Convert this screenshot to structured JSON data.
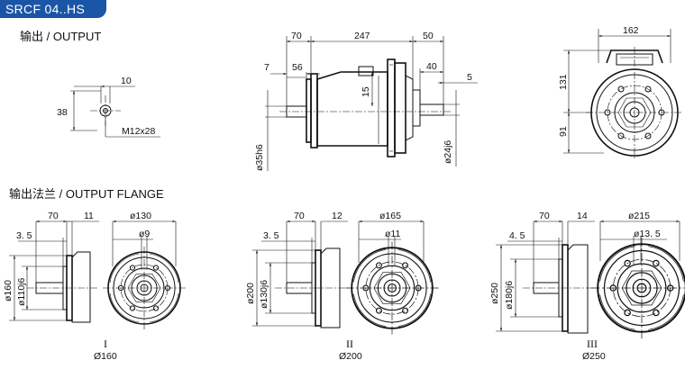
{
  "header": {
    "badge": "SRCF 04..HS"
  },
  "sections": {
    "output_title": "输出 / OUTPUT",
    "output_flange_title": "输出法兰 / OUTPUT  FLANGE"
  },
  "shaft_detail": {
    "dim_10": "10",
    "dim_38": "38",
    "thread": "M12x28"
  },
  "side_view": {
    "dim_70": "70",
    "dim_247": "247",
    "dim_50": "50",
    "dim_7": "7",
    "dim_56": "56",
    "dim_40": "40",
    "dim_5": "5",
    "dim_15": "15",
    "dim_35h6": "ø35h6",
    "dim_24j6": "ø24j6"
  },
  "front_view": {
    "dim_162": "162",
    "dim_131": "131",
    "dim_91": "91"
  },
  "flanges": [
    {
      "roman": "I",
      "size": "Ø160",
      "d70": "70",
      "d_right": "11",
      "d_left": "3. 5",
      "d_pcd": "ø130",
      "d_hole": "ø9",
      "d_outer": "ø160",
      "d_pilot": "ø110j6"
    },
    {
      "roman": "II",
      "size": "Ø200",
      "d70": "70",
      "d_right": "12",
      "d_left": "3. 5",
      "d_pcd": "ø165",
      "d_hole": "ø11",
      "d_outer": "ø200",
      "d_pilot": "ø130j6"
    },
    {
      "roman": "III",
      "size": "Ø250",
      "d70": "70",
      "d_right": "14",
      "d_left": "4. 5",
      "d_pcd": "ø215",
      "d_hole": "ø13. 5",
      "d_outer": "ø250",
      "d_pilot": "ø180j6"
    }
  ]
}
